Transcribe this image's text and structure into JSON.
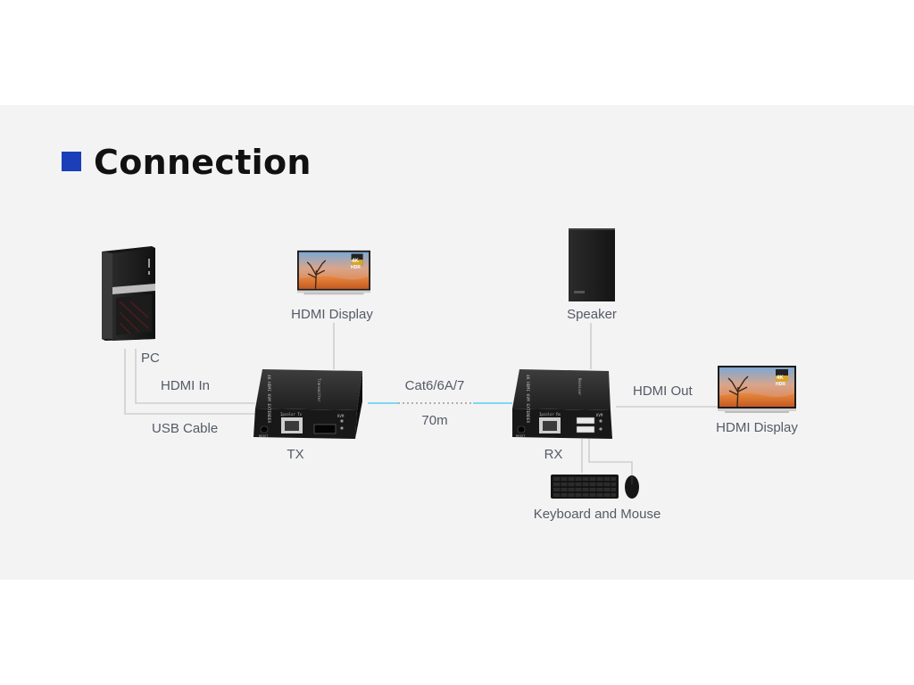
{
  "title": "Connection",
  "colors": {
    "accent": "#1a3fb8",
    "cable": "#cfcfcf",
    "cat_cable": "#7fd8f2"
  },
  "labels": {
    "pc": "PC",
    "hdmi_in": "HDMI In",
    "usb_cable": "USB Cable",
    "hdmi_display_tx": "HDMI Display",
    "tx": "TX",
    "cable_type": "Cat6/6A/7",
    "distance": "70m",
    "speaker": "Speaker",
    "rx": "RX",
    "hdmi_out": "HDMI Out",
    "hdmi_display_rx": "HDMI Display",
    "keyboard_mouse": "Keyboard and Mouse"
  },
  "devices": {
    "tx": {
      "side_text": "4K HDMI KVM EXTENDER",
      "top_text": "Transmitter",
      "port_text": "Ipcolor Tx",
      "kvm_text": "KVM",
      "reset_text": "RESET"
    },
    "rx": {
      "side_text": "4K HDMI KVM EXTENDER",
      "top_text": "Receiver",
      "port_text": "Ipcolor Rx",
      "kvm_text": "KVM",
      "reset_text": "RESET"
    },
    "tv_badge": {
      "line1": "4K",
      "line2": "HDR"
    }
  }
}
